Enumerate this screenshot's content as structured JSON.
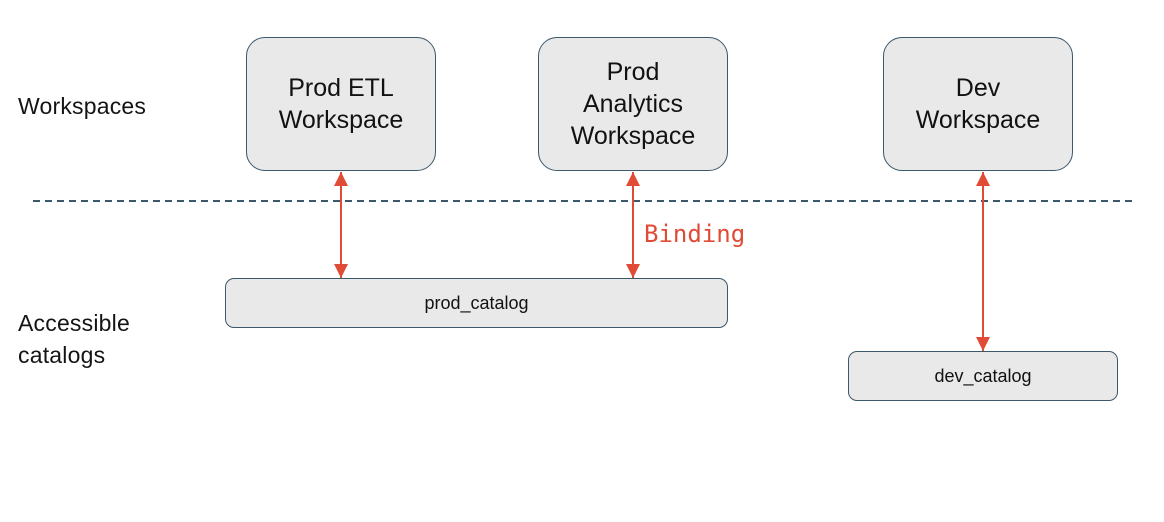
{
  "row_labels": {
    "workspaces": "Workspaces",
    "catalogs": "Accessible\ncatalogs"
  },
  "workspaces": [
    {
      "id": "prod-etl-workspace",
      "label": "Prod ETL\nWorkspace"
    },
    {
      "id": "prod-analytics-workspace",
      "label": "Prod\nAnalytics\nWorkspace"
    },
    {
      "id": "dev-workspace",
      "label": "Dev\nWorkspace"
    }
  ],
  "catalogs": [
    {
      "id": "prod-catalog",
      "label": "prod_catalog"
    },
    {
      "id": "dev-catalog",
      "label": "dev_catalog"
    }
  ],
  "binding_annotation": "Binding",
  "bindings": [
    {
      "from": "Prod ETL Workspace",
      "to": "prod_catalog"
    },
    {
      "from": "Prod Analytics Workspace",
      "to": "prod_catalog"
    },
    {
      "from": "Dev Workspace",
      "to": "dev_catalog"
    }
  ],
  "colors": {
    "box_fill": "#e9e9e9",
    "box_border": "#3b586c",
    "divider": "#3b586c",
    "arrow_red": "#e04b36",
    "text": "#141414"
  }
}
